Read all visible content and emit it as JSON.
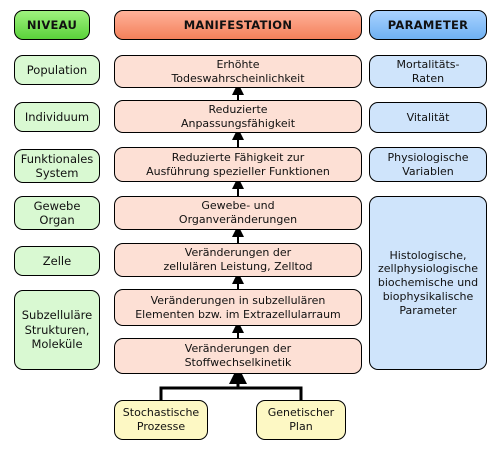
{
  "headers": {
    "niveau": "NIVEAU",
    "manifestation": "MANIFESTATION",
    "parameter": "PARAMETER"
  },
  "levels": [
    "Population",
    "Individuum",
    "Funktionales\nSystem",
    "Gewebe\nOrgan",
    "Zelle",
    "Subzelluläre\nStrukturen,\nMoleküle"
  ],
  "manifestations": [
    "Erhöhte\nTodeswahrscheinlichkeit",
    "Reduzierte\nAnpassungsfähigkeit",
    "Reduzierte Fähigkeit zur\nAusführung spezieller Funktionen",
    "Gewebe- und\nOrganveränderungen",
    "Veränderungen der\nzellulären Leistung, Zelltod",
    "Veränderungen in subzellulären\nElementen bzw. im Extrazellularraum",
    "Veränderungen der\nStoffwechselkinetik"
  ],
  "parameters": [
    "Mortalitäts-\nRaten",
    "Vitalität",
    "Physiologische\nVariablen",
    "Histologische,\nzellphysiologische\nbiochemische und\nbiophysikalische\nParameter"
  ],
  "sources": [
    "Stochastische\nProzesse",
    "Genetischer\nPlan"
  ],
  "colors": {
    "niveau_header": "#5ad23a",
    "manifestation_header": "#f4805a",
    "parameter_header": "#6fb1f2",
    "level_fill": "#d9f9d2",
    "manifestation_fill": "#fde0d5",
    "parameter_fill": "#cfe4fb",
    "source_fill": "#fdf8c4"
  }
}
